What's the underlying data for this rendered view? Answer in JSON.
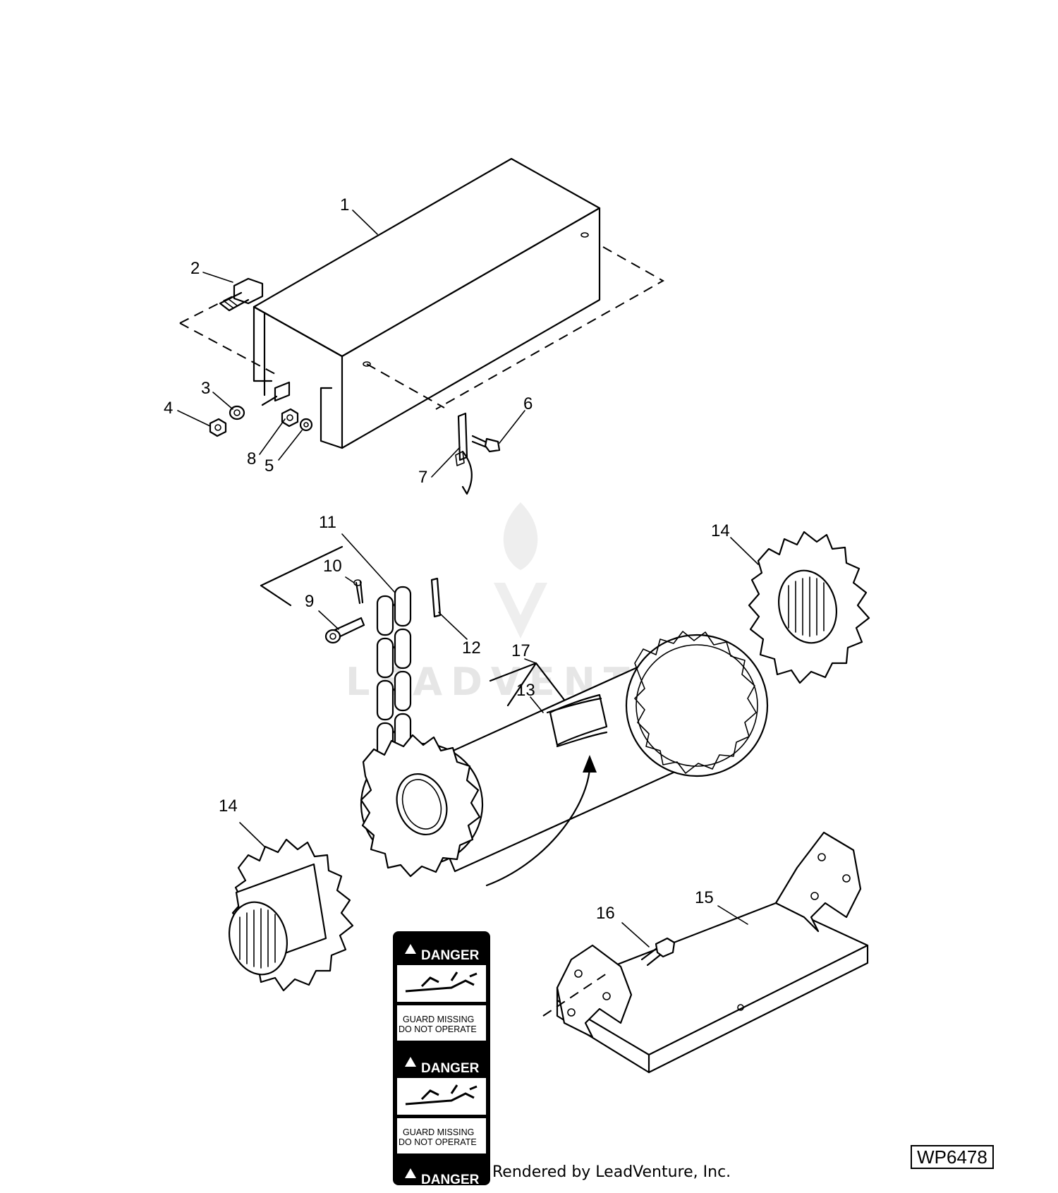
{
  "diagram": {
    "callouts": [
      {
        "id": "callout-1",
        "label": "1"
      },
      {
        "id": "callout-2",
        "label": "2"
      },
      {
        "id": "callout-3",
        "label": "3"
      },
      {
        "id": "callout-4",
        "label": "4"
      },
      {
        "id": "callout-5",
        "label": "5"
      },
      {
        "id": "callout-6",
        "label": "6"
      },
      {
        "id": "callout-7",
        "label": "7"
      },
      {
        "id": "callout-8",
        "label": "8"
      },
      {
        "id": "callout-9",
        "label": "9"
      },
      {
        "id": "callout-10",
        "label": "10"
      },
      {
        "id": "callout-11",
        "label": "11"
      },
      {
        "id": "callout-12",
        "label": "12"
      },
      {
        "id": "callout-13",
        "label": "13"
      },
      {
        "id": "callout-14a",
        "label": "14"
      },
      {
        "id": "callout-14b",
        "label": "14"
      },
      {
        "id": "callout-15",
        "label": "15"
      },
      {
        "id": "callout-16",
        "label": "16"
      },
      {
        "id": "callout-17",
        "label": "17"
      }
    ],
    "decal": {
      "danger_label": "DANGER",
      "guard_line1": "GUARD MISSING",
      "guard_line2": "DO NOT OPERATE"
    },
    "watermark": "LEADVENTURE",
    "figure_id": "WP6478",
    "credit": "Rendered by LeadVenture, Inc."
  }
}
